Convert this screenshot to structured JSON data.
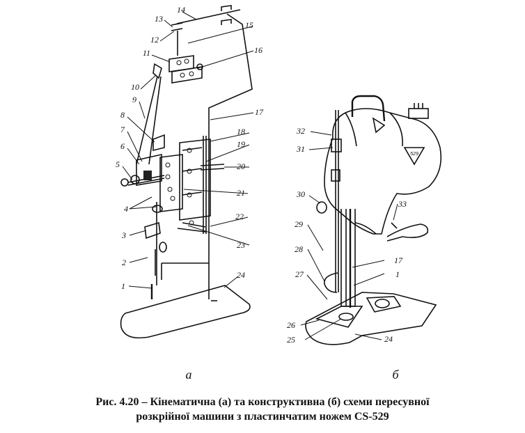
{
  "labels_a": [
    "1",
    "2",
    "3",
    "4",
    "5",
    "6",
    "7",
    "8",
    "9",
    "10",
    "11",
    "12",
    "13",
    "14",
    "15",
    "16",
    "17",
    "18",
    "19",
    "20",
    "21",
    "22",
    "23",
    "24"
  ],
  "labels_b": [
    "1",
    "17",
    "24",
    "25",
    "26",
    "27",
    "28",
    "29",
    "30",
    "31",
    "32",
    "33"
  ],
  "badge": "529",
  "sub_a": "а",
  "sub_b": "б",
  "caption_line1": "Рис. 4.20 – Кінематична (а) та конструктивна (б) схеми пересувної",
  "caption_line2": "розкрійної машини з пластинчатим ножем CS-529"
}
